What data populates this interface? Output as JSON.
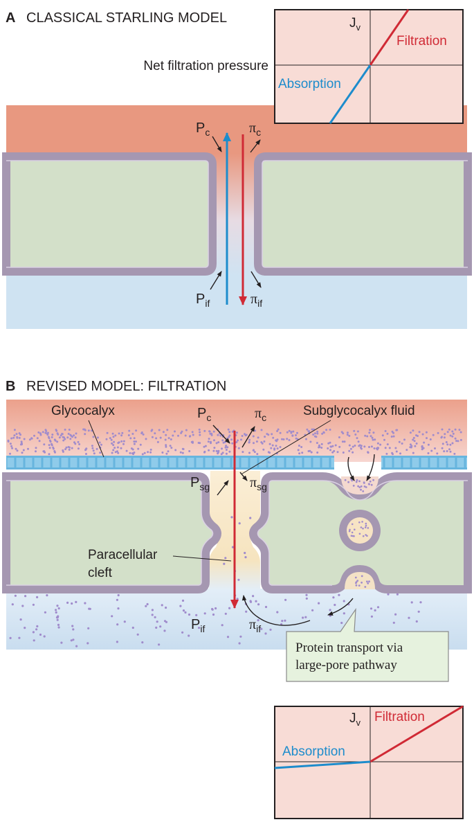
{
  "panel_a": {
    "letter": "A",
    "title": "CLASSICAL STARLING MODEL",
    "x_axis_label": "Net filtration pressure",
    "graph": {
      "y_label": "J",
      "y_label_sub": "v",
      "filtration_label": "Filtration",
      "absorption_label": "Absorption"
    },
    "pressures": {
      "pc": {
        "main": "P",
        "sub": "c"
      },
      "pic": {
        "main": "π",
        "sub": "c"
      },
      "pif": {
        "main": "P",
        "sub": "if"
      },
      "piif": {
        "main": "π",
        "sub": "if"
      }
    }
  },
  "panel_b": {
    "letter": "B",
    "title": "REVISED MODEL: FILTRATION",
    "glycocalyx_label": "Glycocalyx",
    "subglycocalyx_label": "Subglycocalyx fluid",
    "cleft_label_line1": "Paracellular",
    "cleft_label_line2": "cleft",
    "callout_line1": "Protein transport via",
    "callout_line2": "large-pore pathway",
    "pressures": {
      "pc": {
        "main": "P",
        "sub": "c"
      },
      "pic": {
        "main": "π",
        "sub": "c"
      },
      "psg": {
        "main": "P",
        "sub": "sg"
      },
      "pisg": {
        "main": "π",
        "sub": "sg"
      },
      "pif": {
        "main": "P",
        "sub": "if"
      },
      "piif": {
        "main": "π",
        "sub": "if"
      }
    },
    "graph": {
      "y_label": "J",
      "y_label_sub": "v",
      "filtration_label": "Filtration",
      "absorption_label": "Absorption"
    }
  },
  "colors": {
    "plasma": "#e89880",
    "interstitium": "#cfe3f2",
    "cell": "#d3e0c9",
    "membrane": "#a597b1",
    "graph_bg": "#f8dcd6",
    "filtration": "#d02a35",
    "absorption": "#1d8ccc",
    "glycocalyx": "#67b5de",
    "protein_dot": "#a08ccc",
    "callout_bg": "#e6f2de"
  }
}
